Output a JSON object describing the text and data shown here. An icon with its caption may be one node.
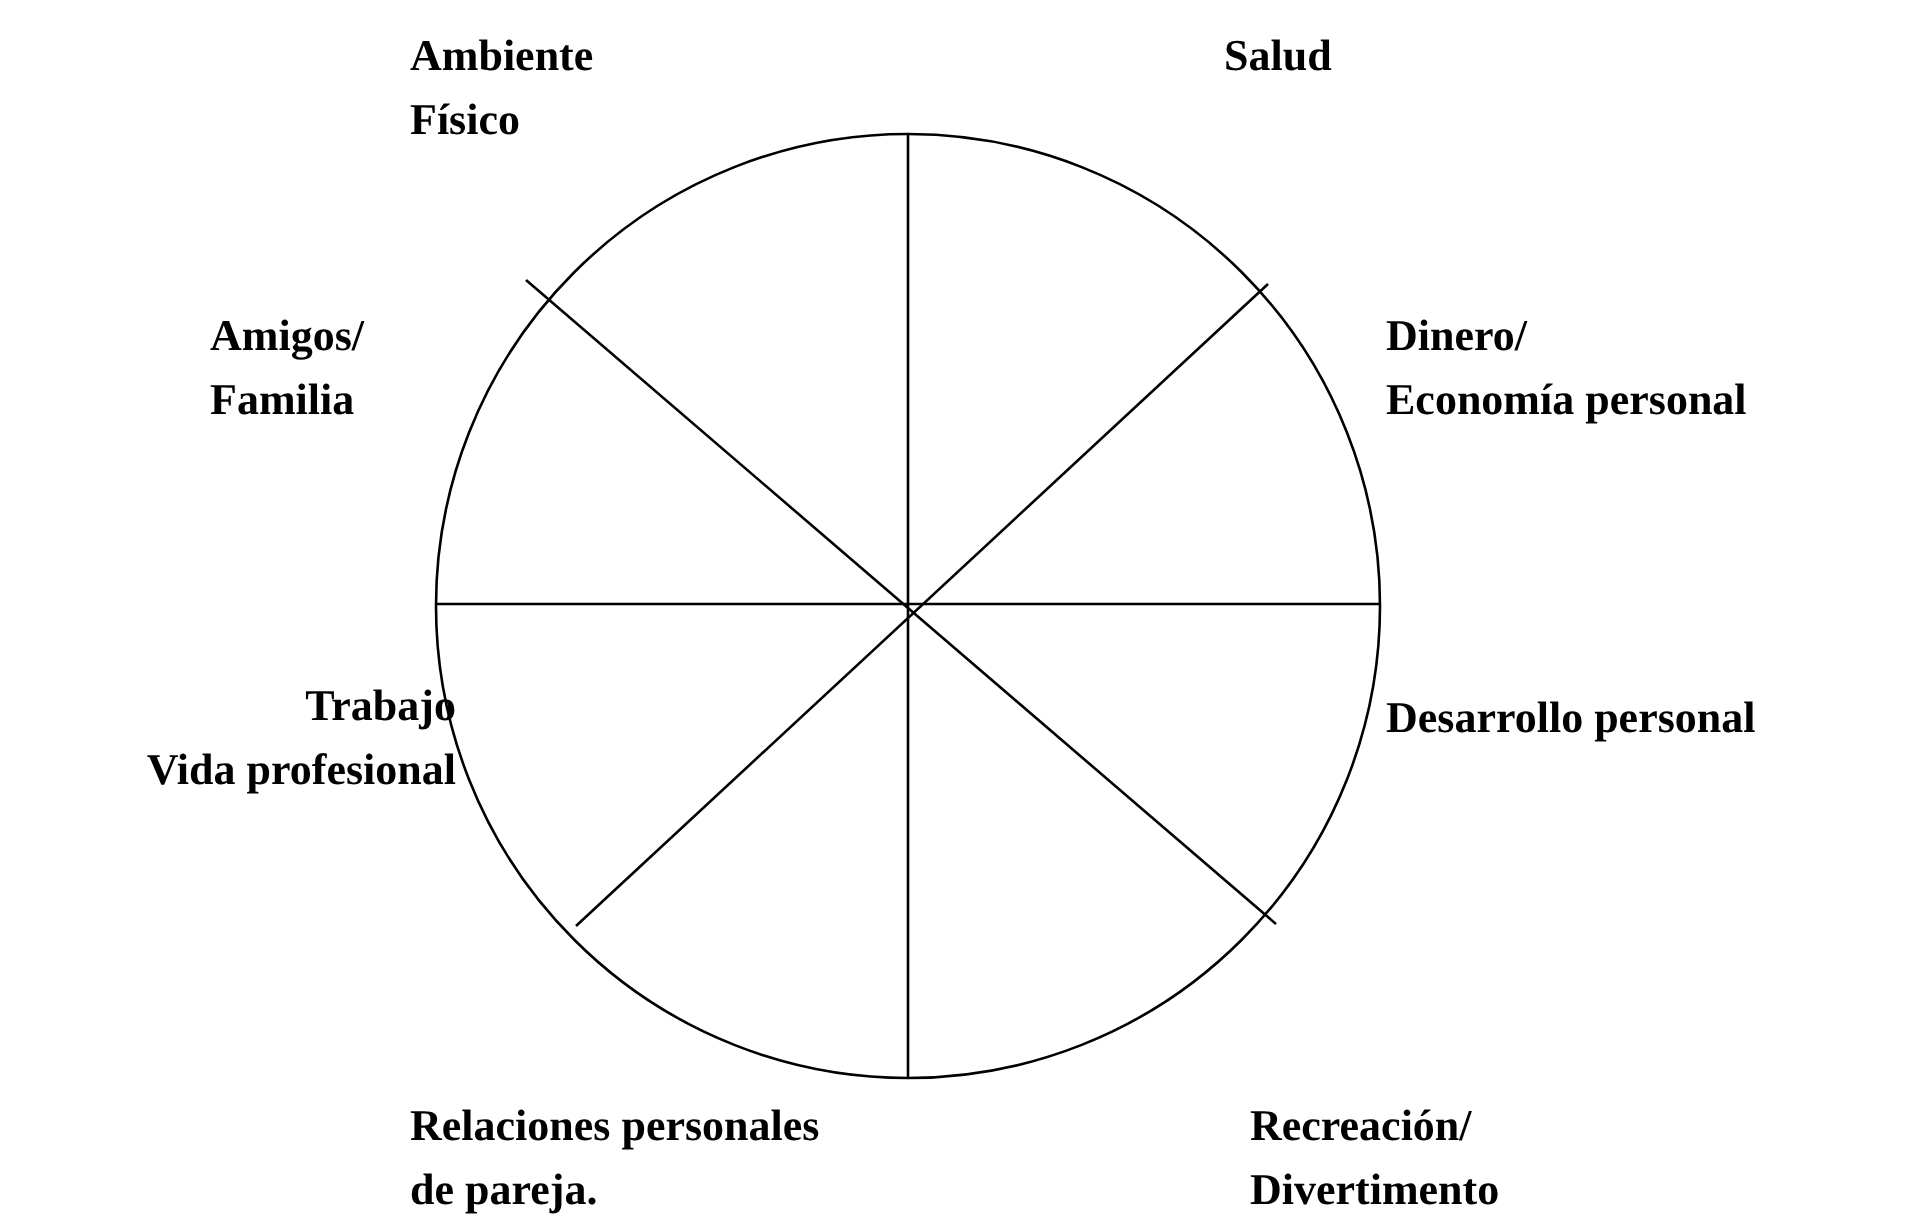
{
  "diagram": {
    "labels": [
      "Ambiente Físico",
      "Salud",
      "Amigos/ Familia",
      "Dinero/ Economía personal",
      "Trabajo Vida profesional",
      "Desarrollo personal",
      "Relaciones personales de pareja.",
      "Recreación/ Divertimento"
    ]
  }
}
